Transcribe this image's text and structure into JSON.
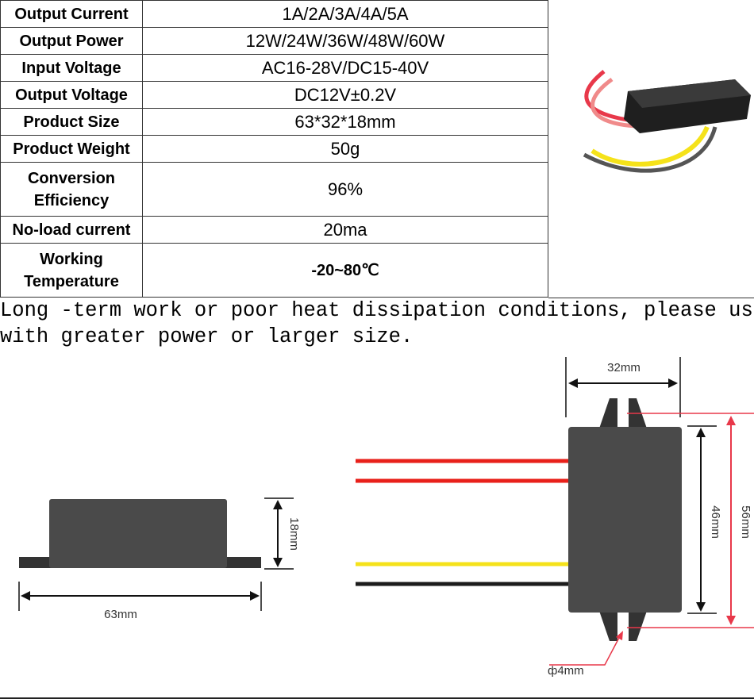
{
  "specs": [
    {
      "label": "Output Current",
      "value": "1A/2A/3A/4A/5A"
    },
    {
      "label": "Output Power",
      "value": "12W/24W/36W/48W/60W"
    },
    {
      "label": "Input Voltage",
      "value": "AC16-28V/DC15-40V"
    },
    {
      "label": "Output Voltage",
      "value": "DC12V±0.2V"
    },
    {
      "label": "Product Size",
      "value": "63*32*18mm"
    },
    {
      "label": "Product Weight",
      "value": "50g"
    },
    {
      "label_line1": "Conversion",
      "label_line2": "Efficiency",
      "value": "96%"
    },
    {
      "label": "No-load current",
      "value": "20ma"
    },
    {
      "label_line1": "Working",
      "label_line2": "Temperature",
      "value": "-20~80℃"
    }
  ],
  "note": {
    "line1": "Long -term work or poor heat dissipation conditions, please use products",
    "line2": "with greater power or larger size."
  },
  "dimensions": {
    "length": "63mm",
    "height": "18mm",
    "width": "32mm",
    "body_height": "46mm",
    "total_height": "56mm",
    "hole": "ф4mm"
  },
  "colors": {
    "body": "#4a4a4a",
    "red_wire": "#e8201a",
    "yellow_wire": "#f5e21a",
    "black_wire": "#1c1c1c",
    "dim_line": "#111111",
    "pink_line": "#e8384a"
  }
}
